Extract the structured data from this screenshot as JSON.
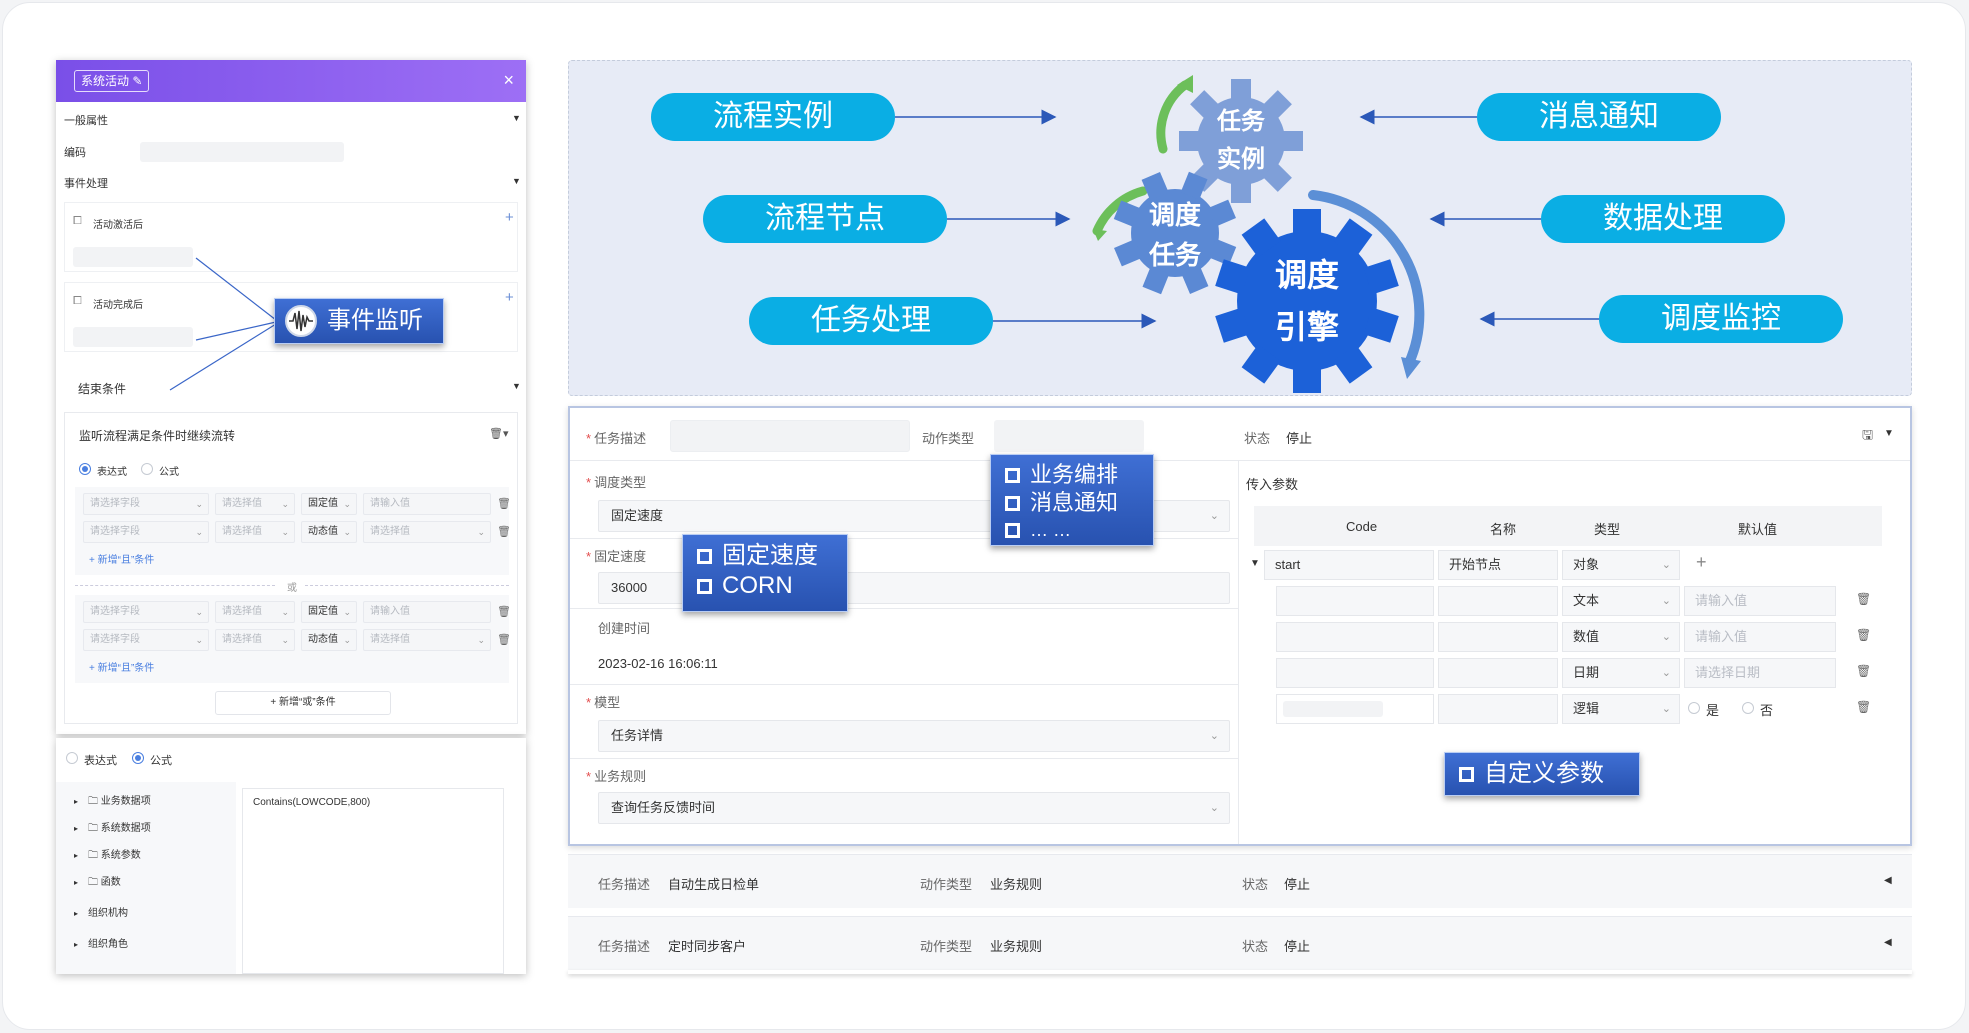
{
  "left_panel": {
    "title": "系统活动",
    "close": "×",
    "general_props": "一般属性",
    "code_label": "编码",
    "event_handling": "事件处理",
    "after_activate": "活动激活后",
    "after_complete": "活动完成后",
    "end_condition": "结束条件",
    "listen_text": "监听流程满足条件时继续流转",
    "radio_expr": "表达式",
    "radio_formula": "公式",
    "select_field": "请选择字段",
    "select_value": "请选择值",
    "fixed_value": "固定值",
    "dynamic_value": "动态值",
    "input_value": "请输入值",
    "add_and": "+ 新增“且”条件",
    "or": "或",
    "add_or": "+ 新增“或”条件"
  },
  "left_panel2": {
    "radio_expr": "表达式",
    "radio_formula": "公式",
    "tree": [
      "业务数据项",
      "系统数据项",
      "系统参数",
      "函数",
      "组织机构",
      "组织角色"
    ],
    "formula": "Contains(LOWCODE,800)"
  },
  "badges": {
    "event_listen": "事件监听",
    "biz_orchestrate": "业务编排",
    "msg_notify": "消息通知",
    "more": "… …",
    "fixed_speed": "固定速度",
    "corn": "CORN",
    "custom_params": "自定义参数"
  },
  "diagram": {
    "left_pills": [
      "流程实例",
      "流程节点",
      "任务处理"
    ],
    "right_pills": [
      "消息通知",
      "数据处理",
      "调度监控"
    ],
    "gear_task": [
      "任务",
      "实例"
    ],
    "gear_schedule": [
      "调度",
      "任务"
    ],
    "gear_engine": [
      "调度",
      "引擎"
    ],
    "colors": {
      "pill": "#0aaee4",
      "gear_light": "#7f9fd8",
      "gear_mid": "#5b89d4",
      "gear_dark": "#1c61d8"
    }
  },
  "form": {
    "task_desc_label": "任务描述",
    "action_type_label": "动作类型",
    "status_label": "状态",
    "status_value": "停止",
    "schedule_type_label": "调度类型",
    "schedule_type_value": "固定速度",
    "fixed_speed_label": "固定速度",
    "fixed_speed_value": "36000",
    "created_label": "创建时间",
    "created_value": "2023-02-16 16:06:11",
    "model_label": "模型",
    "model_value": "任务详情",
    "rule_label": "业务规则",
    "rule_value": "查询任务反馈时间",
    "params_title": "传入参数",
    "params_headers": [
      "Code",
      "名称",
      "类型",
      "默认值"
    ],
    "param_start_code": "start",
    "param_start_name": "开始节点",
    "param_types": [
      "对象",
      "文本",
      "数值",
      "日期",
      "逻辑"
    ],
    "ph_input": "请输入值",
    "ph_date": "请选择日期",
    "yes": "是",
    "no": "否"
  },
  "rows": [
    {
      "desc_label": "任务描述",
      "desc": "自动生成日检单",
      "action_label": "动作类型",
      "action": "业务规则",
      "status_label": "状态",
      "status": "停止"
    },
    {
      "desc_label": "任务描述",
      "desc": "定时同步客户",
      "action_label": "动作类型",
      "action": "业务规则",
      "status_label": "状态",
      "status": "停止"
    }
  ]
}
